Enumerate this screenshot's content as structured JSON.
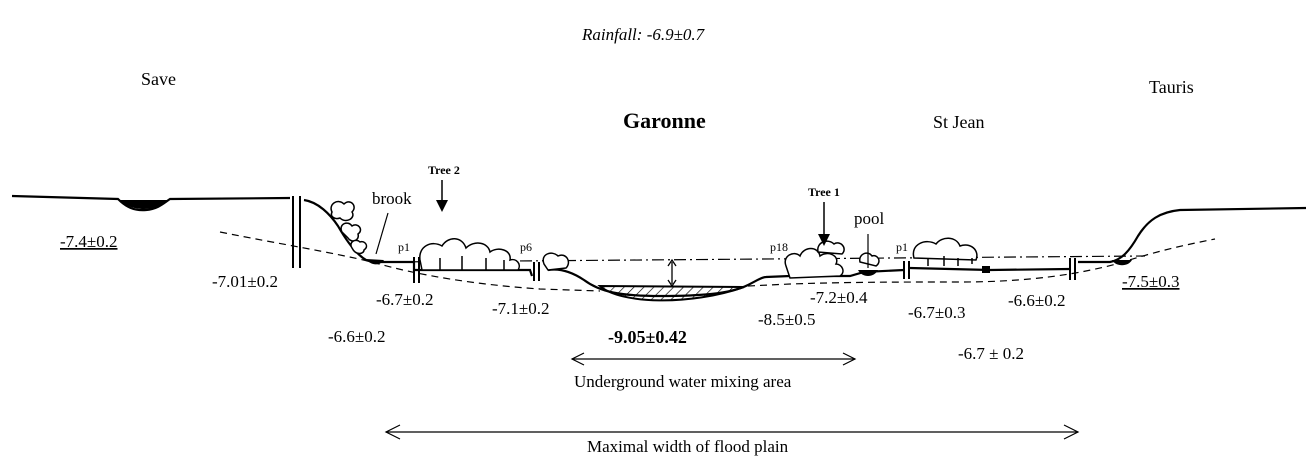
{
  "rainfall": "Rainfall: -6.9±0.7",
  "rivers": {
    "save": "Save",
    "garonne": "Garonne",
    "st_jean": "St Jean",
    "tauris": "Tauris"
  },
  "features": {
    "brook": "brook",
    "pool": "pool",
    "tree2": "Tree 2",
    "tree1": "Tree 1"
  },
  "piezometers": {
    "p1_left": "p1",
    "p6": "p6",
    "p18": "p18",
    "p1_right": "p1"
  },
  "values": {
    "save": "-7.4±0.2",
    "left_slope": "-7.01±0.2",
    "left_p1": "-6.7±0.2",
    "left_lower": "-6.6±0.2",
    "left_p6": "-7.1±0.2",
    "garonne": "-9.05±0.42",
    "right_bank": "-8.5±0.5",
    "pool": "-7.2±0.4",
    "right_p1": "-6.7±0.3",
    "right_mid": "-6.6±0.2",
    "right_lower": "-6.7 ± 0.2",
    "tauris": "-7.5±0.3"
  },
  "areas": {
    "mixing": "Underground water mixing area",
    "flood_plain": "Maximal width of flood plain"
  }
}
